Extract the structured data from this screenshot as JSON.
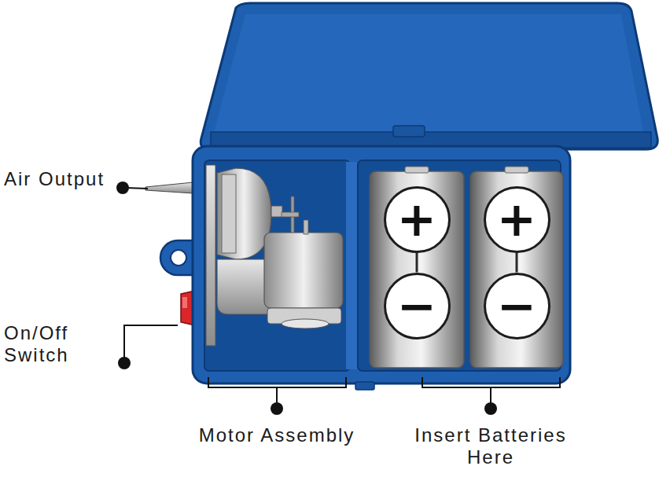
{
  "diagram": {
    "nodes": [
      {
        "text": [
          "+"
        ]
      },
      {
        "text": [
          "−"
        ]
      },
      {
        "text": [
          "+"
        ]
      },
      {
        "text": [
          "−"
        ]
      }
    ],
    "edges": [
      {
        "from": 0,
        "to": 1,
        "arrow": "none"
      },
      {
        "from": 2,
        "to": 3,
        "arrow": "none"
      }
    ],
    "labels": [
      "Air Output",
      "On/Off Switch",
      "Motor Assembly",
      "Insert Batteries Here"
    ]
  }
}
